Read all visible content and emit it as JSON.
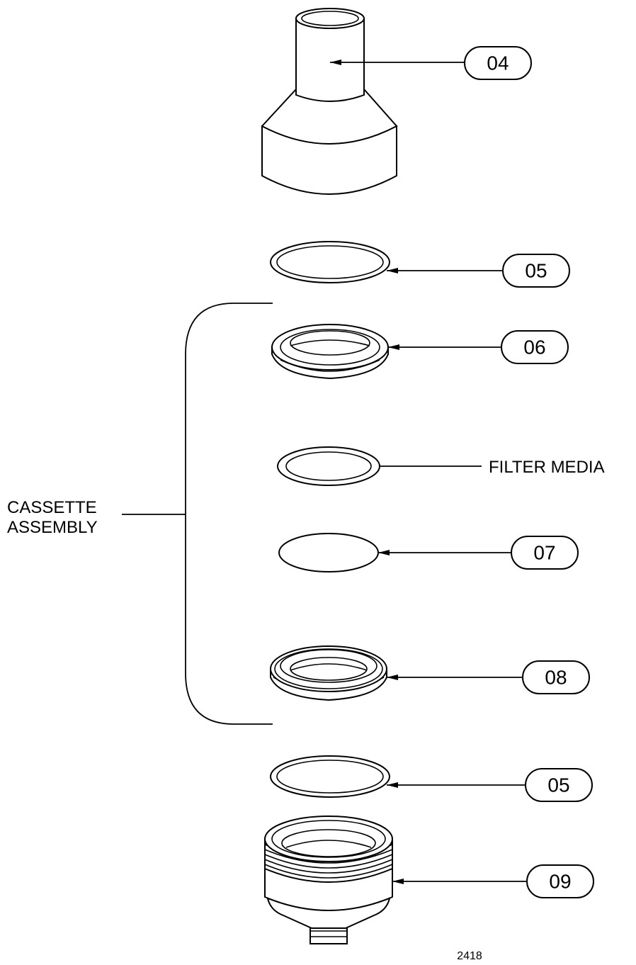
{
  "diagram": {
    "callouts": [
      {
        "id": "callout-04",
        "label": "04",
        "part": "funnel-top"
      },
      {
        "id": "callout-05a",
        "label": "05",
        "part": "o-ring-upper"
      },
      {
        "id": "callout-06",
        "label": "06",
        "part": "cassette-top-ring"
      },
      {
        "id": "callout-07",
        "label": "07",
        "part": "disc"
      },
      {
        "id": "callout-08",
        "label": "08",
        "part": "cassette-bottom-ring"
      },
      {
        "id": "callout-05b",
        "label": "05",
        "part": "o-ring-lower"
      },
      {
        "id": "callout-09",
        "label": "09",
        "part": "base-housing"
      }
    ],
    "filter_media_label": "FILTER MEDIA",
    "assembly_label_line1": "CASSETTE",
    "assembly_label_line2": "ASSEMBLY",
    "figure_number": "2418"
  }
}
